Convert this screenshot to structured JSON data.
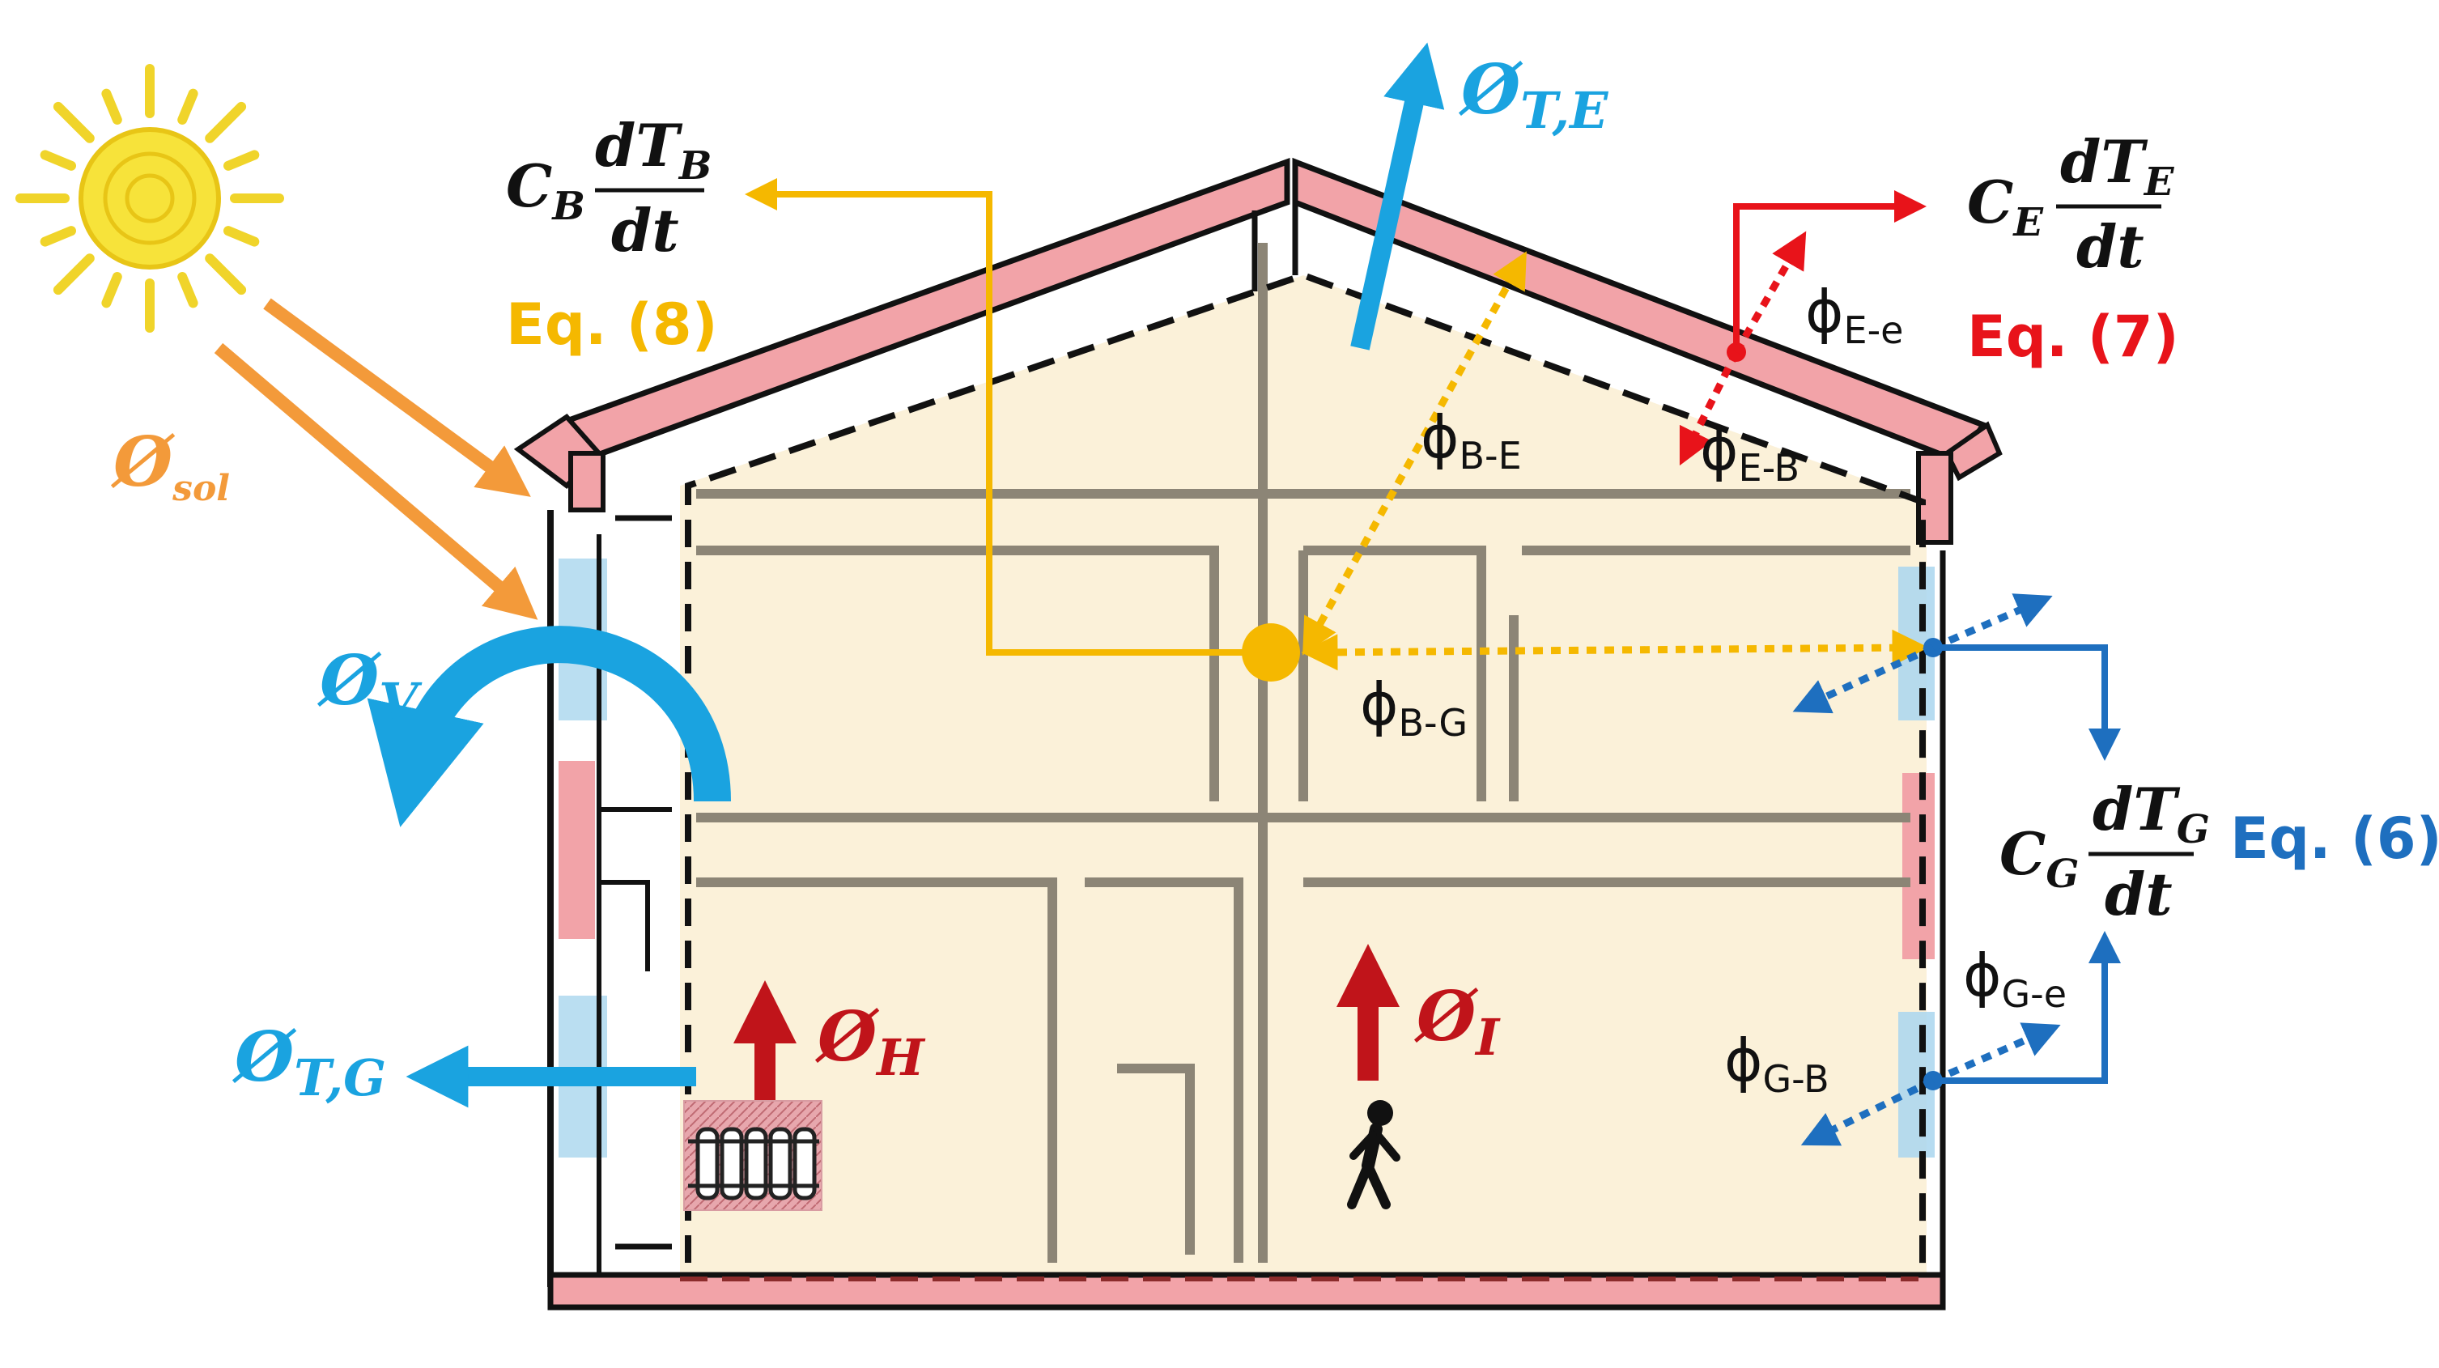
{
  "colors": {
    "solar": "#f39a3a",
    "transmission": "#1aa3e0",
    "heating": "#c0141a",
    "building": "#f5b800",
    "envelope": "#e8131a",
    "ground": "#1e6fbf",
    "wall_fill": "#f2a3a8",
    "interior": "#fbf1d9",
    "walls": "#8c8576"
  },
  "icons": [
    "sun-icon",
    "radiator-icon",
    "person-icon"
  ],
  "labels": {
    "sol": {
      "sym": "Ø",
      "sub": "sol"
    },
    "v": {
      "sym": "Ø",
      "sub": "V"
    },
    "tg": {
      "sym": "Ø",
      "sub": "T,G"
    },
    "te": {
      "sym": "Ø",
      "sub": "T,E"
    },
    "h": {
      "sym": "Ø",
      "sub": "H"
    },
    "i": {
      "sym": "Ø",
      "sub": "I"
    },
    "be": {
      "sym": "ϕ",
      "sub": "B-E"
    },
    "bg": {
      "sym": "ϕ",
      "sub": "B-G"
    },
    "ee": {
      "sym": "ϕ",
      "sub": "E-e"
    },
    "eb": {
      "sym": "ϕ",
      "sub": "E-B"
    },
    "ge": {
      "sym": "ϕ",
      "sub": "G-e"
    },
    "gb": {
      "sym": "ϕ",
      "sub": "G-B"
    }
  },
  "equations": {
    "b": {
      "coef": "C",
      "coef_sub": "B",
      "num": "dT",
      "num_sub": "B",
      "den": "dt",
      "ref": "Eq. (8)"
    },
    "e": {
      "coef": "C",
      "coef_sub": "E",
      "num": "dT",
      "num_sub": "E",
      "den": "dt",
      "ref": "Eq. (7)"
    },
    "g": {
      "coef": "C",
      "coef_sub": "G",
      "num": "dT",
      "num_sub": "G",
      "den": "dt",
      "ref": "Eq. (6)"
    }
  }
}
